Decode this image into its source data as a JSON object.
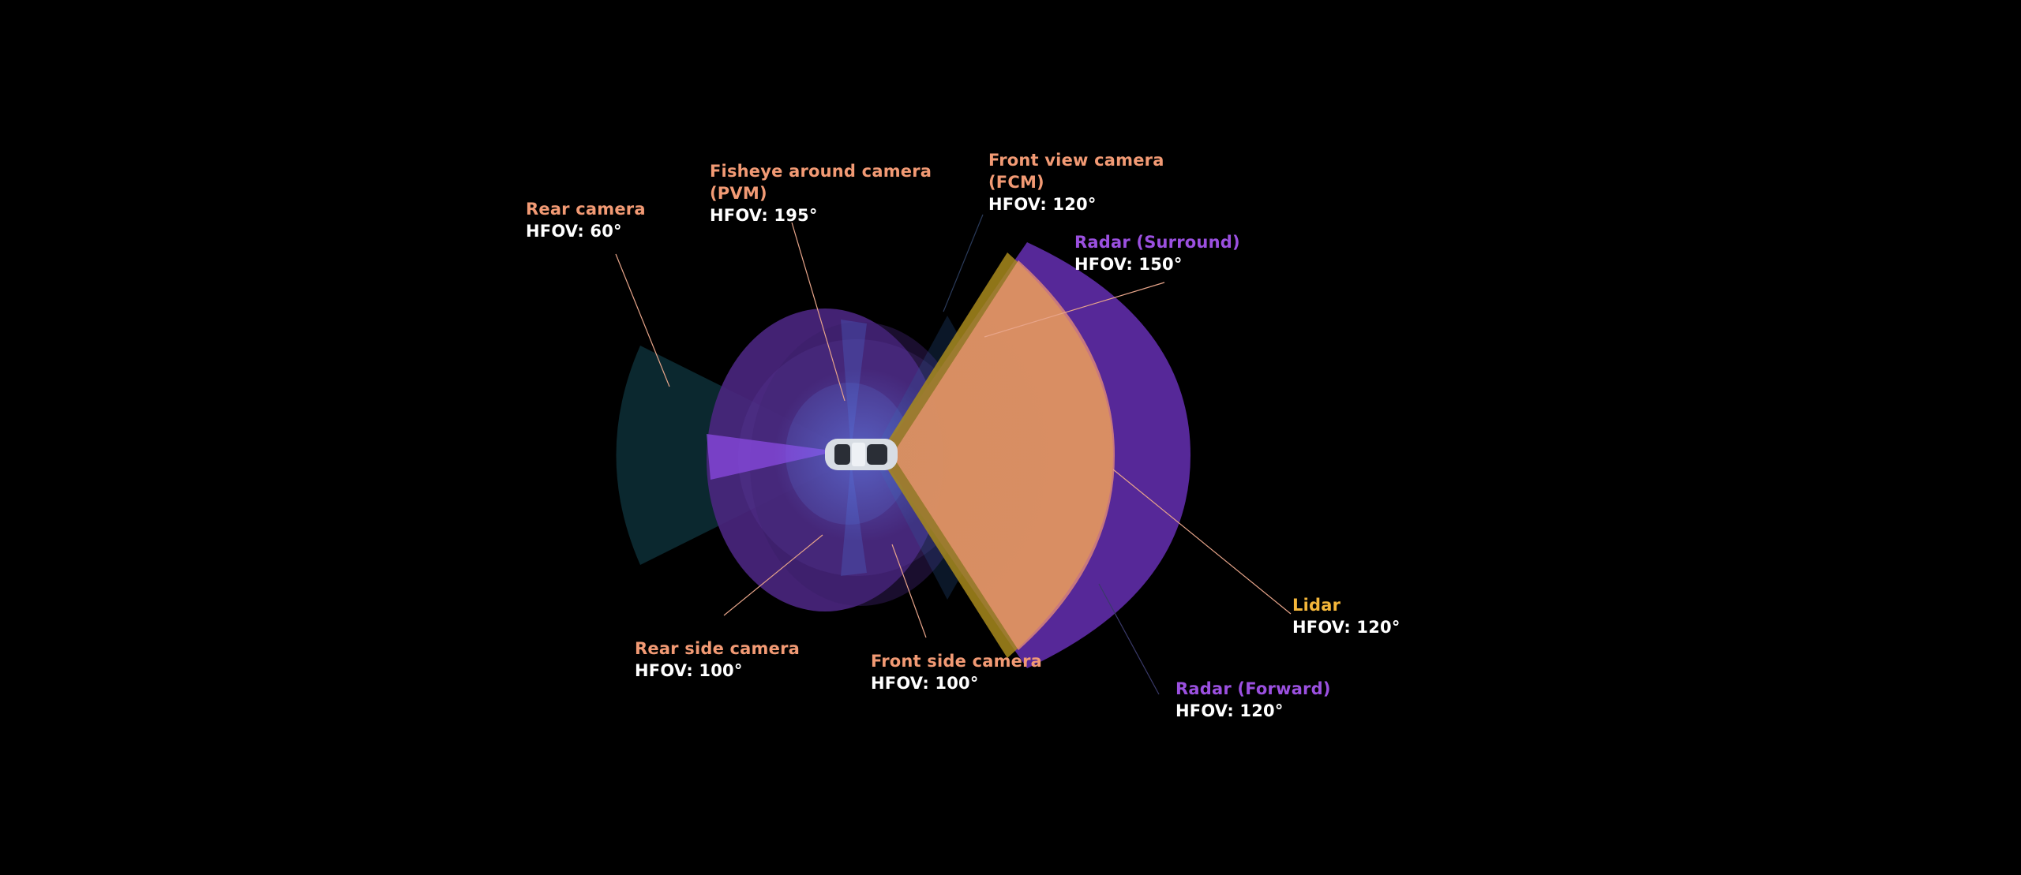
{
  "sensors": {
    "rear_camera": {
      "name": "Rear camera",
      "hfov": "HFOV: 60°",
      "color": "#0e2a33"
    },
    "fisheye_pvm": {
      "name_line1": "Fisheye around camera",
      "name_line2": "(PVM)",
      "hfov": "HFOV: 195°",
      "color": "#5a2d8c"
    },
    "front_view_fcm": {
      "name_line1": "Front view camera",
      "name_line2": "(FCM)",
      "hfov": "HFOV: 120°",
      "color": "#c9a227"
    },
    "radar_surround": {
      "name": "Radar (Surround)",
      "hfov": "HFOV: 150°",
      "color": "#7a3bd0"
    },
    "lidar": {
      "name": "Lidar",
      "hfov": "HFOV: 120°",
      "color": "#f2a07a"
    },
    "radar_forward": {
      "name": "Radar (Forward)",
      "hfov": "HFOV: 120°",
      "color": "#7a3bd0"
    },
    "rear_side_camera": {
      "name": "Rear side camera",
      "hfov": "HFOV: 100°",
      "color": "#4a3a8a"
    },
    "front_side_camera": {
      "name": "Front side camera",
      "hfov": "HFOV: 100°",
      "color": "#2a4a7a"
    }
  },
  "icons": {
    "vehicle": "car-top-view-icon"
  },
  "colors": {
    "background": "#000000",
    "camera_label": "#f29a74",
    "radar_label": "#9b50e0",
    "lidar_label": "#f4b63a",
    "hfov_text": "#ffffff"
  }
}
